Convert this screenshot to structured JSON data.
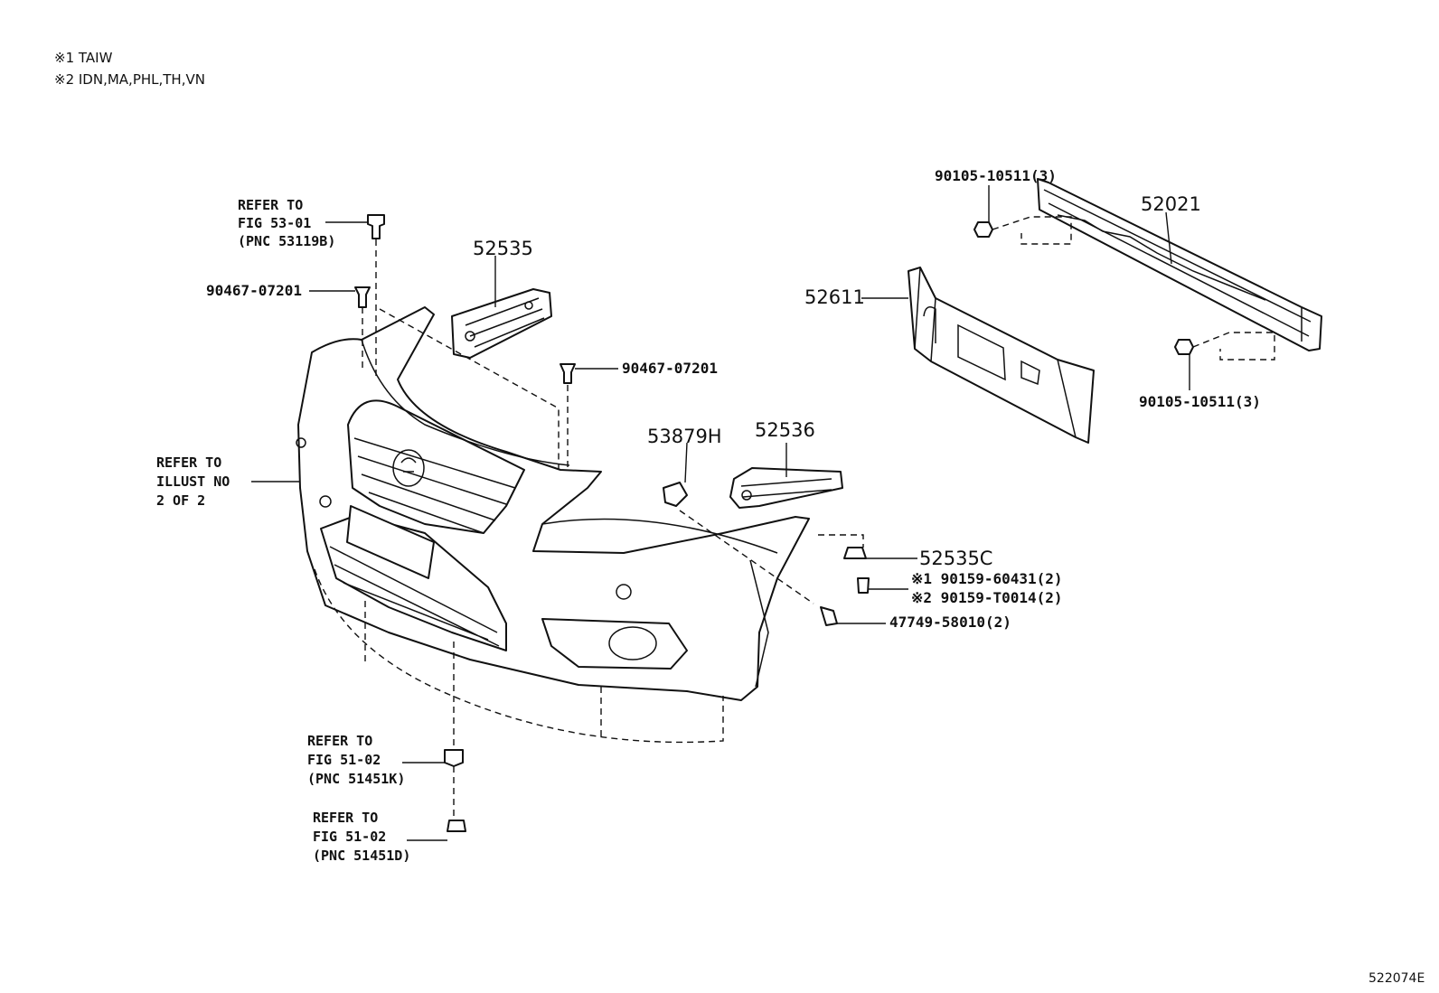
{
  "legend": [
    "※1 TAIW",
    "※2 IDN,MA,PHL,TH,VN"
  ],
  "figure_id": "522074E",
  "refs": {
    "top_screw": [
      "REFER TO",
      "FIG 53-01",
      "(PNC 53119B)"
    ],
    "left_side": [
      "REFER TO",
      "ILLUST NO",
      "2 OF 2"
    ],
    "bottom_clip": [
      "REFER TO",
      "FIG 51-02",
      "(PNC 51451K)"
    ],
    "bottom_screw": [
      "REFER TO",
      "FIG 51-02",
      "(PNC 51451D)"
    ]
  },
  "parts": {
    "p52535": "52535",
    "p52536": "52536",
    "p52021": "52021",
    "p52611": "52611",
    "p53879h": "53879H",
    "p52535c": "52535C",
    "clip_left": "90467-07201",
    "clip_mid": "90467-07201",
    "bolt_top": "90105-10511(3)",
    "bolt_bottom": "90105-10511(3)",
    "screw_a": "※1 90159-60431(2)",
    "screw_b": "※2 90159-T0014(2)",
    "screw_c": "47749-58010(2)"
  }
}
